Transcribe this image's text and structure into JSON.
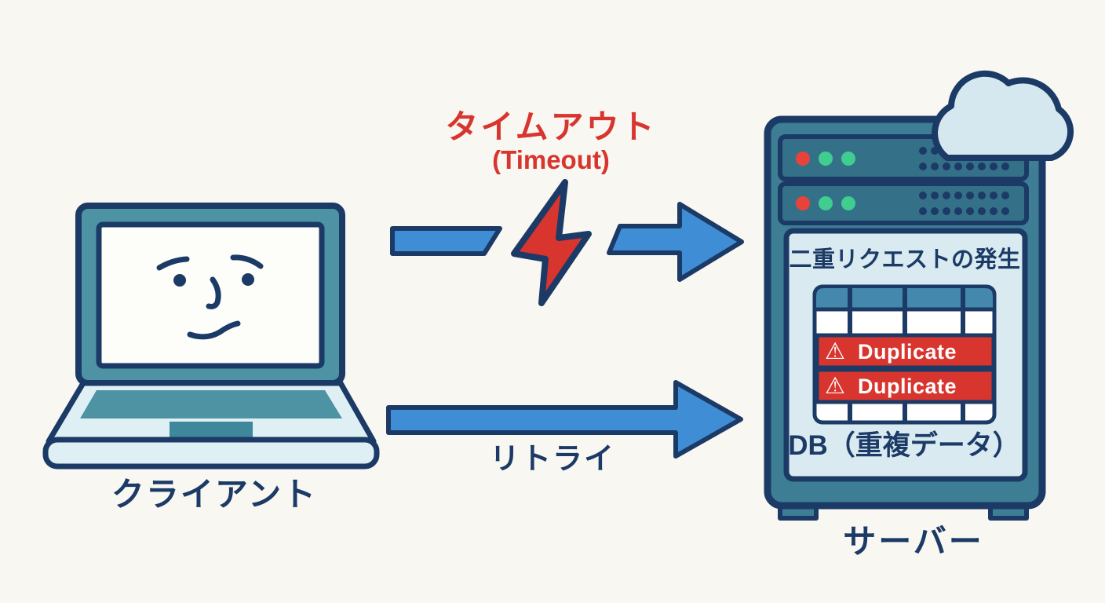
{
  "colors": {
    "navy": "#1c3a66",
    "blue": "#3f8ed5",
    "red": "#d8352e",
    "redlight": "#e8433b",
    "teal": "#3d7e94",
    "tealdark": "#357089",
    "teallight": "#4d93a4",
    "panel": "#d9ebf1",
    "baselight": "#dff0f5",
    "cloud": "#d6e8ef",
    "screen": "#fdfdfa",
    "bg": "#f8f7f2",
    "green": "#3fcd90",
    "tableheader": "#4489ad",
    "trackpad": "#3f879b"
  },
  "labels": {
    "client": "クライアント",
    "server": "サーバー",
    "retry": "リトライ",
    "timeout_jp": "タイムアウト",
    "timeout_en": "(Timeout)"
  },
  "server_panel": {
    "title": "二重リクエストの発生",
    "db_label": "DB（重複データ）",
    "duplicate_rows": [
      {
        "label": "Duplicate"
      },
      {
        "label": "Duplicate"
      }
    ]
  },
  "icons": {
    "warning": "⚠"
  }
}
